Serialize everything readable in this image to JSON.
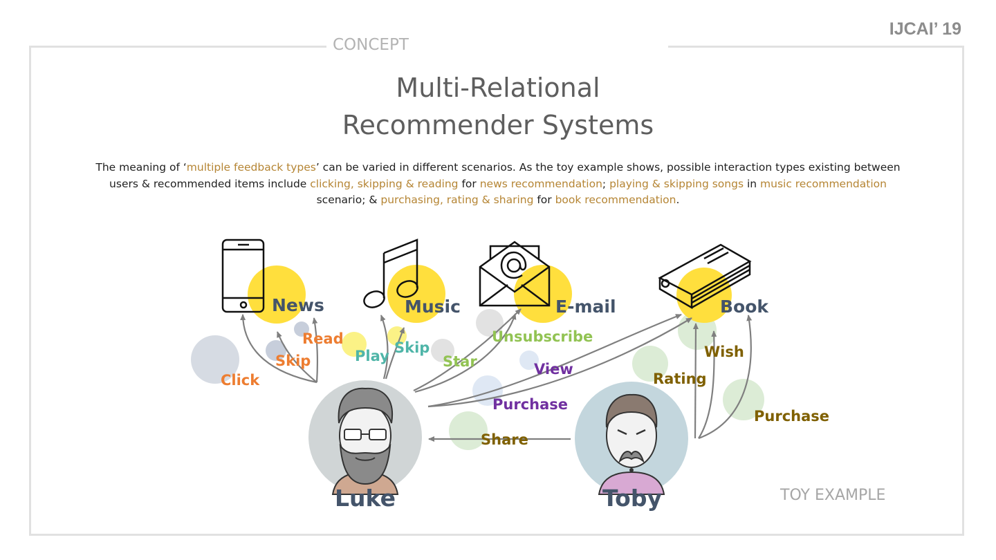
{
  "header": {
    "venue": "IJCAI’ 19",
    "section": "CONCEPT"
  },
  "title": {
    "line1": "Multi-Relational",
    "line2": "Recommender Systems"
  },
  "description": {
    "p1": "The meaning of ‘",
    "h1": "multiple feedback types",
    "p2": "’ can be varied in different scenarios. As the toy example shows, possible interaction types existing between users & recommended items include ",
    "h2": "clicking, skipping & reading",
    "p3": " for ",
    "h3": "news recommendation",
    "p4": "; ",
    "h4": "playing & skipping songs",
    "p5": " in ",
    "h5": "music recommendation",
    "p6": " scenario; & ",
    "h6": "purchasing, rating & sharing",
    "p7": " for ",
    "h7": "book recommendation",
    "p8": "."
  },
  "items": {
    "news": "News",
    "music": "Music",
    "email": "E-mail",
    "book": "Book"
  },
  "users": {
    "luke": "Luke",
    "toby": "Toby"
  },
  "relations": {
    "click": "Click",
    "skip_news": "Skip",
    "read": "Read",
    "play": "Play",
    "skip_music": "Skip",
    "star": "Star",
    "unsubscribe": "Unsubscribe",
    "view": "View",
    "purchase_luke": "Purchase",
    "share": "Share",
    "rating": "Rating",
    "wish": "Wish",
    "purchase_toby": "Purchase"
  },
  "colors": {
    "item_label": "#44546a",
    "highlight": "#b58534",
    "news_relation": "#ed7d31",
    "music_relation": "#4fb5a8",
    "email_relation": "#92c353",
    "view_purchase": "#7030a0",
    "book_relation": "#7f6000",
    "accent_circle": "#ffd92a",
    "arrow": "#7f7f7f"
  },
  "footer": {
    "label": "TOY EXAMPLE"
  }
}
